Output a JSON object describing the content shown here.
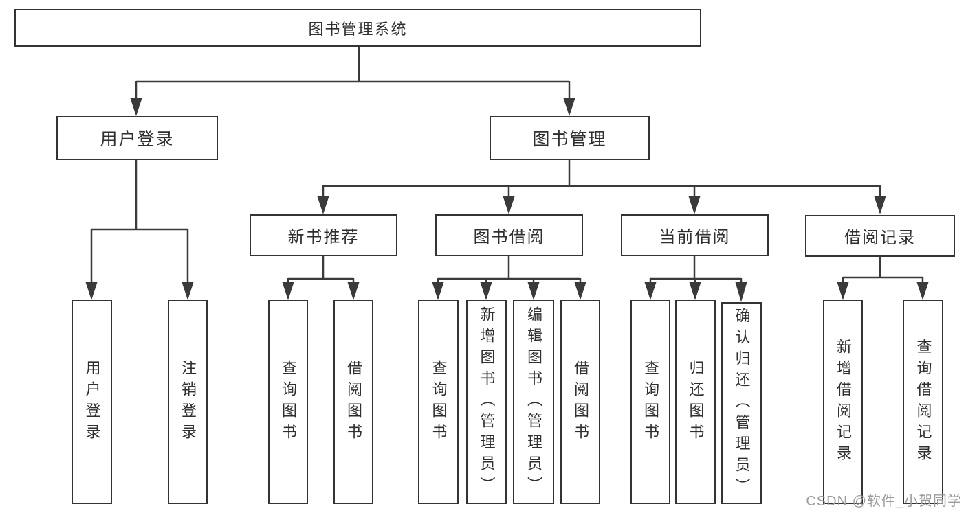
{
  "diagram_title": "图书管理系统",
  "tree": {
    "label": "图书管理系统",
    "children": [
      {
        "label": "用户登录",
        "children": [
          {
            "label": "用户登录"
          },
          {
            "label": "注销登录"
          }
        ]
      },
      {
        "label": "图书管理",
        "children": [
          {
            "label": "新书推荐",
            "children": [
              {
                "label": "查询图书"
              },
              {
                "label": "借阅图书"
              }
            ]
          },
          {
            "label": "图书借阅",
            "children": [
              {
                "label": "查询图书"
              },
              {
                "label": "新增图书（管理员）"
              },
              {
                "label": "编辑图书（管理员）"
              },
              {
                "label": "借阅图书"
              }
            ]
          },
          {
            "label": "当前借阅",
            "children": [
              {
                "label": "查询图书"
              },
              {
                "label": "归还图书"
              },
              {
                "label": "确认归还（管理员）"
              }
            ]
          },
          {
            "label": "借阅记录",
            "children": [
              {
                "label": "新增借阅记录"
              },
              {
                "label": "查询借阅记录"
              }
            ]
          }
        ]
      }
    ]
  },
  "watermark": {
    "text": "CSDN @软件_小贺同学"
  },
  "colors": {
    "line": "#3a3a3a",
    "box_border": "#333333",
    "text": "#2f2f2f",
    "watermark": "#9b9b9b",
    "background": "#ffffff"
  }
}
